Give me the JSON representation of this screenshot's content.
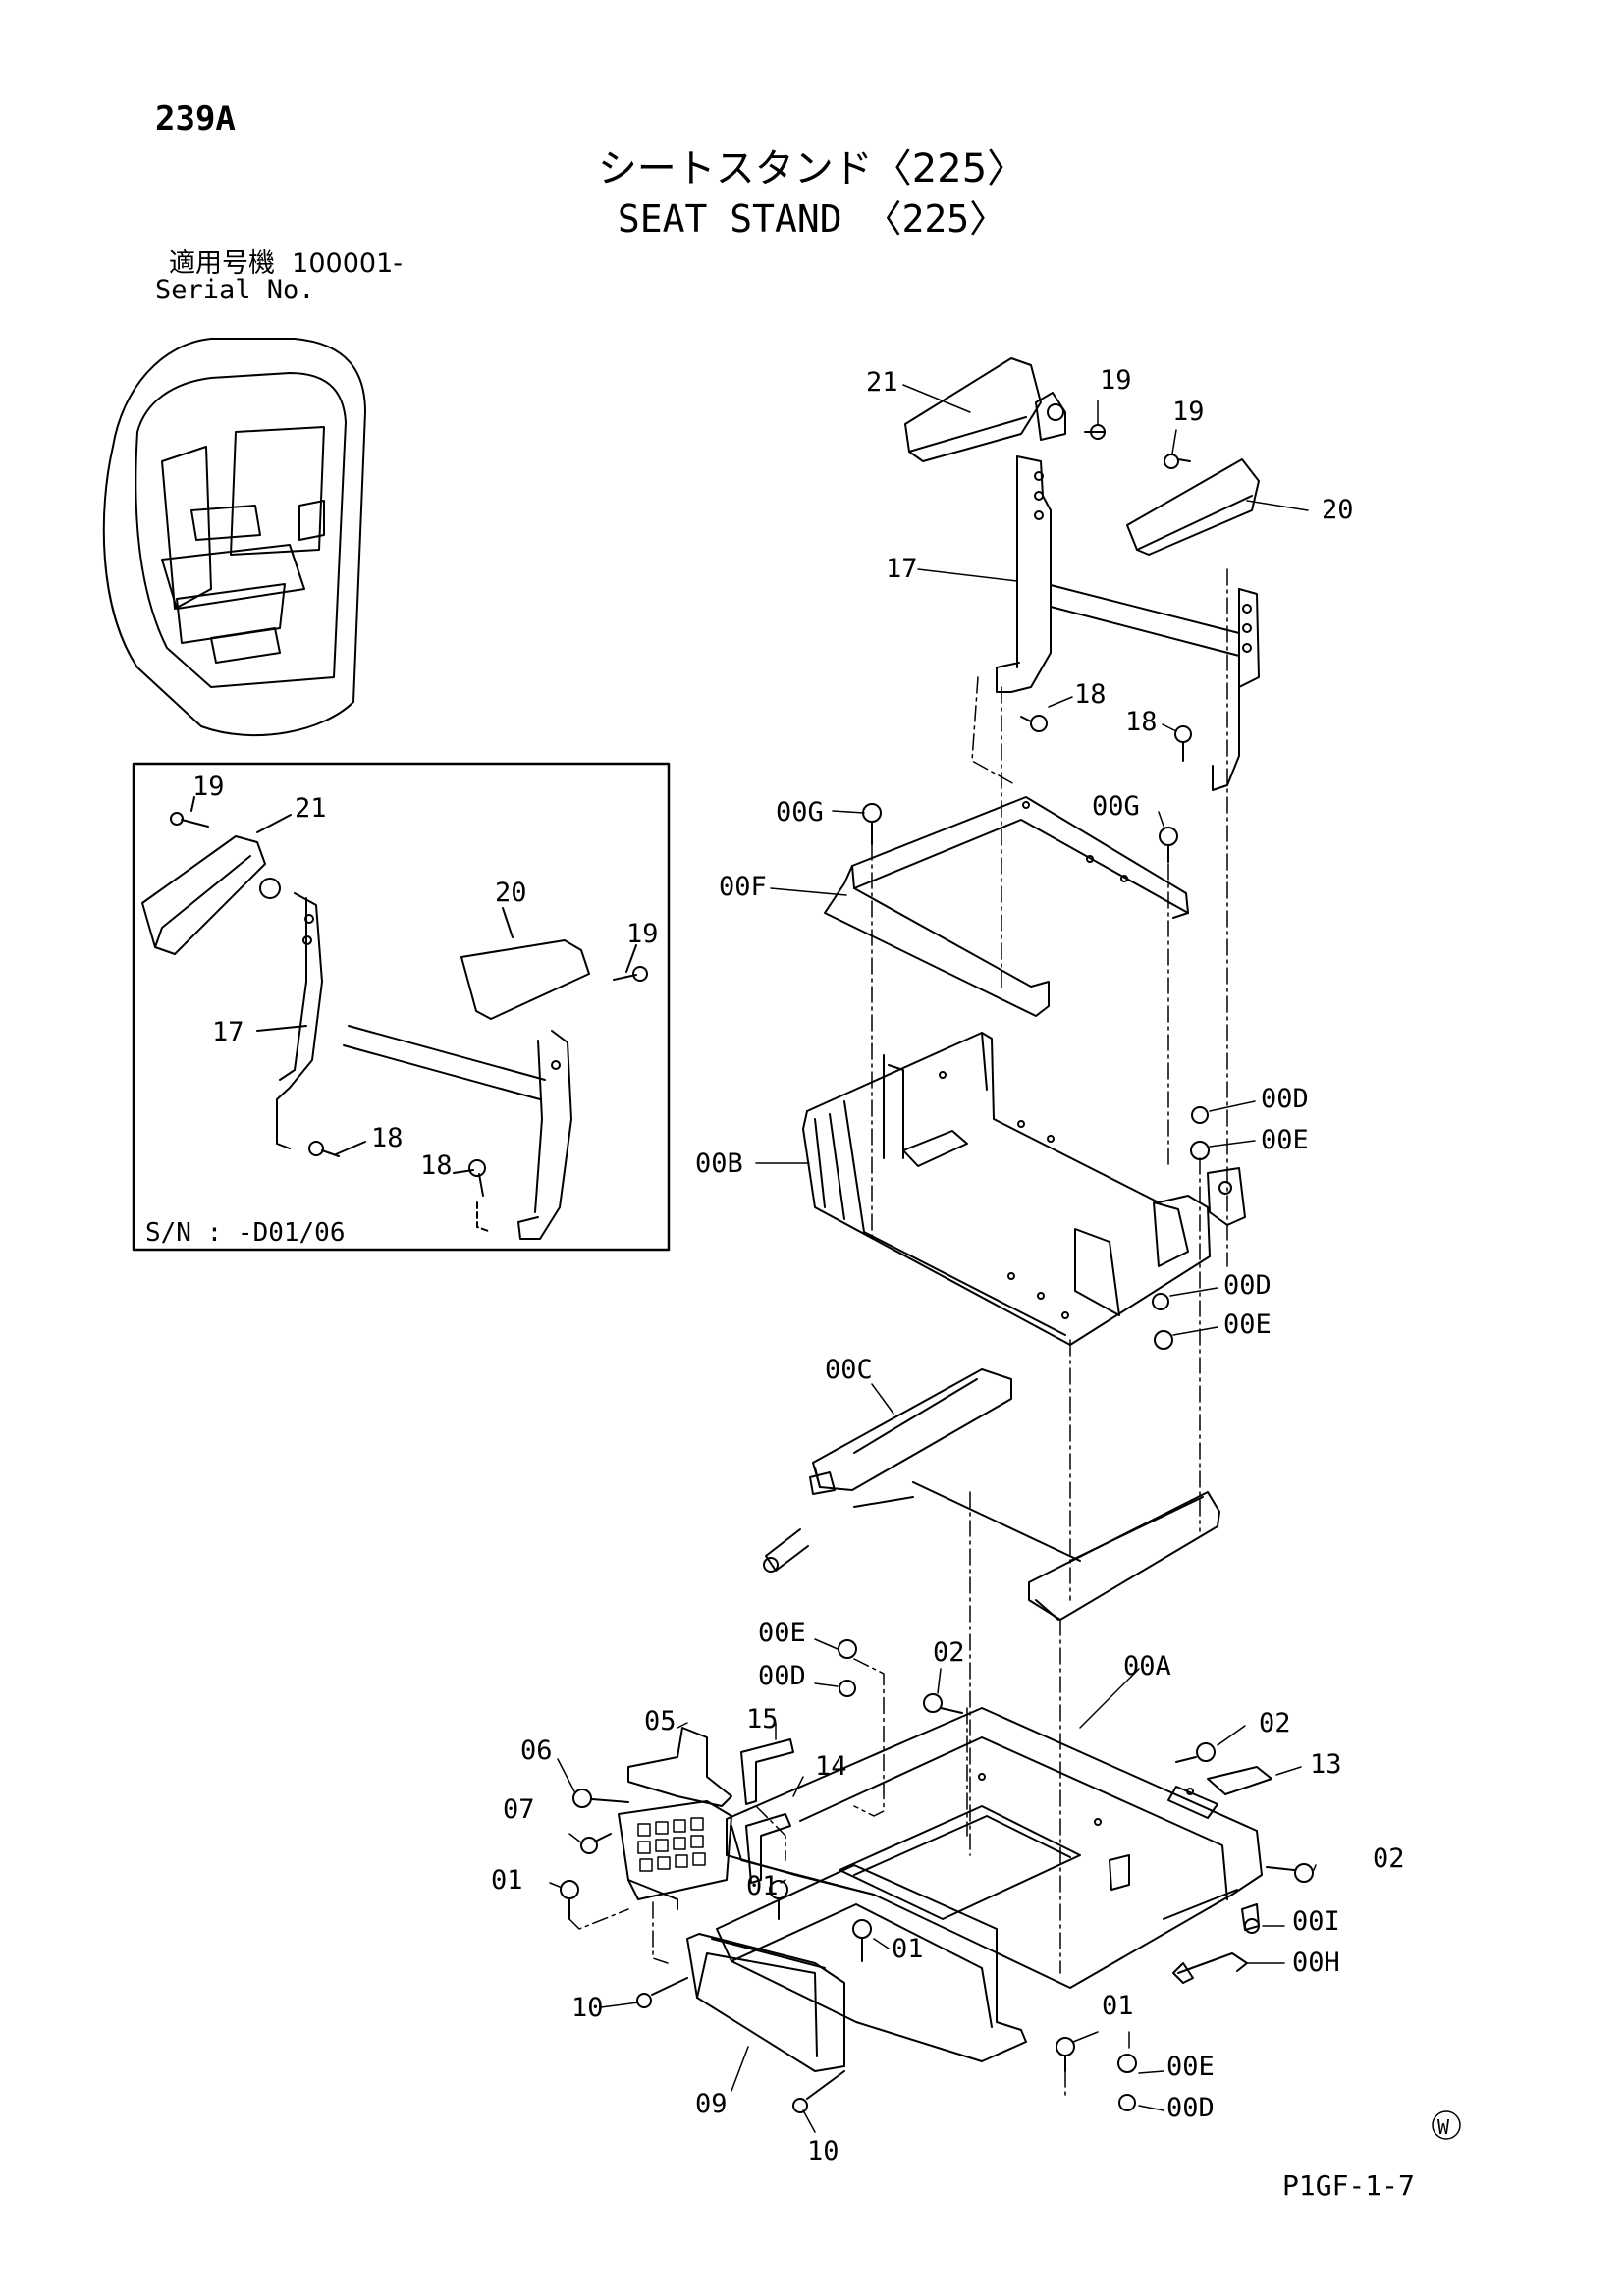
{
  "header": {
    "page_number": "239A",
    "title_jp": "シートスタンド〈225〉",
    "title_en": "SEAT STAND 〈225〉",
    "serial_label_jp": "適用号機",
    "serial_value": "100001-",
    "serial_label_en": "Serial No."
  },
  "inset": {
    "serial_note": "S/N : -D01/06"
  },
  "footer": {
    "ref": "P1GF-1-7",
    "mark": "W"
  },
  "labels": {
    "l21": "21",
    "l19a": "19",
    "l19b": "19",
    "l20": "20",
    "l17": "17",
    "l18a": "18",
    "l18b": "18",
    "l00Ga": "00G",
    "l00Gb": "00G",
    "l00F": "00F",
    "l00D1": "00D",
    "l00E1": "00E",
    "l00B": "00B",
    "l00D2": "00D",
    "l00E2": "00E",
    "l00C": "00C",
    "l00E3": "00E",
    "l02a": "02",
    "l00D3": "00D",
    "l00A": "00A",
    "l05": "05",
    "l02b": "02",
    "l15": "15",
    "l06": "06",
    "l13": "13",
    "l14": "14",
    "l07": "07",
    "l02c": "02",
    "l01a": "01",
    "l01b": "01",
    "l00I": "00I",
    "l01c": "01",
    "l00H": "00H",
    "l10a": "10",
    "l01d": "01",
    "l00E4": "00E",
    "l09": "09",
    "l00D4": "00D",
    "l10b": "10",
    "i19": "19",
    "i21": "21",
    "i20": "20",
    "i19b": "19",
    "i17": "17",
    "i18a": "18",
    "i18b": "18"
  }
}
